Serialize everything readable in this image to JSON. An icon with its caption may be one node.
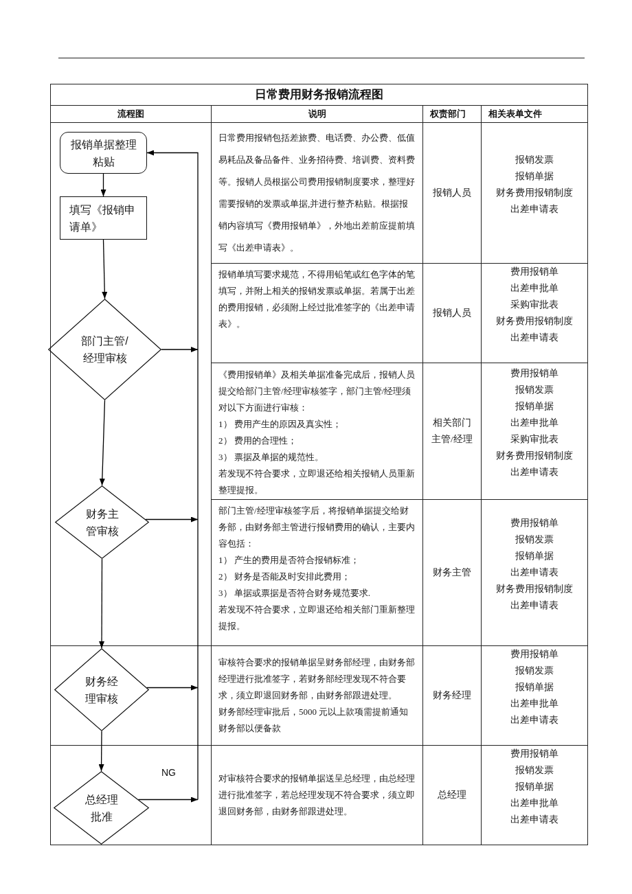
{
  "diagram": {
    "title": "日常费用财务报销流程图",
    "nodes": [
      {
        "text": [
          "报销单据整理粘贴"
        ]
      },
      {
        "text": [
          "填写《报销申请单》"
        ]
      },
      {
        "text": [
          "部门主管/经理审核"
        ]
      },
      {
        "text": [
          "财务主管审核"
        ]
      },
      {
        "text": [
          "财务经理审核"
        ]
      },
      {
        "text": [
          "总经理批准"
        ]
      }
    ],
    "edges": [
      {
        "from": 0,
        "to": 1,
        "arrow": "to"
      },
      {
        "from": 1,
        "to": 2,
        "arrow": "to"
      },
      {
        "from": 2,
        "to": 3,
        "arrow": "to"
      },
      {
        "from": 3,
        "to": 4,
        "arrow": "to"
      },
      {
        "from": 4,
        "to": 5,
        "arrow": "to"
      },
      {
        "from": 2,
        "to": 0,
        "arrow": "to"
      },
      {
        "from": 3,
        "to": 0,
        "arrow": "to"
      },
      {
        "from": 4,
        "to": 0,
        "arrow": "to"
      },
      {
        "from": 5,
        "to": 0,
        "arrow": "to",
        "label": "NG"
      }
    ],
    "labels": [
      "流程图",
      "说明",
      "权责部门",
      "相关表单文件",
      "日常费用报销包括差旅费、电话费、办公费、低值易耗品及备品备件、业务招待费、培训费、资料费等。报销人员根据公司费用报销制度要求，整理好需要报销的发票或单据,并进行整齐粘贴。根据报销内容填写《费用报销单》，外地出差前应提前填写《出差申请表》。",
      "报销人员",
      "报销发票",
      "报销单据",
      "财务费用报销制度",
      "出差申请表",
      "报销单填写要求规范，不得用铅笔或红色字体的笔填写，并附上相关的报销发票或单据。若属于出差的费用报销，必须附上经过批准签字的《出差申请表》。",
      "报销人员",
      "费用报销单",
      "出差申批单",
      "采购审批表",
      "财务费用报销制度",
      "出差申请表",
      "《费用报销单》及相关单据准备完成后，报销人员提交给部门主管/经理审核签字，部门主管/经理须对以下方面进行审核：",
      "1） 费用产生的原因及真实性；",
      "2） 费用的合理性；",
      "3） 票据及单据的规范性。",
      "若发现不符合要求，立即退还给相关报销人员重新整理提报。",
      "相关部门主管/经理",
      "费用报销单",
      "报销发票",
      "报销单据",
      "出差申批单",
      "采购审批表",
      "财务费用报销制度",
      "出差申请表",
      "部门主管/经理审核签字后，将报销单据提交给财务部，由财务部主管进行报销费用的确认，主要内容包括：",
      "1） 产生的费用是否符合报销标准；",
      "2） 财务是否能及时安排此费用；",
      "3） 单据或票据是否符合财务规范要求.",
      "若发现不符合要求，立即退还给相关部门重新整理提报。",
      "财务主管",
      "费用报销单",
      "报销发票",
      "报销单据",
      "出差申请表",
      "财务费用报销制度",
      "出差申请表",
      "审核符合要求的报销单据呈财务部经理，由财务部经理进行批准签字，若财务部经理发现不符合要求，须立即退回财务部，由财务部跟进处理。",
      "财务部经理审批后，5000 元以上款项需提前通知财务部以便备款",
      "财务经理",
      "费用报销单",
      "报销发票",
      "报销单据",
      "出差申批单",
      "出差申请表",
      "对审核符合要求的报销单据送呈总经理，由总经理进行批准签字，若总经理发现不符合要求，须立即退回财务部，由财务部跟进处理。",
      "总经理",
      "费用报销单",
      "报销发票",
      "报销单据",
      "出差申批单",
      "出差申请表"
    ]
  }
}
